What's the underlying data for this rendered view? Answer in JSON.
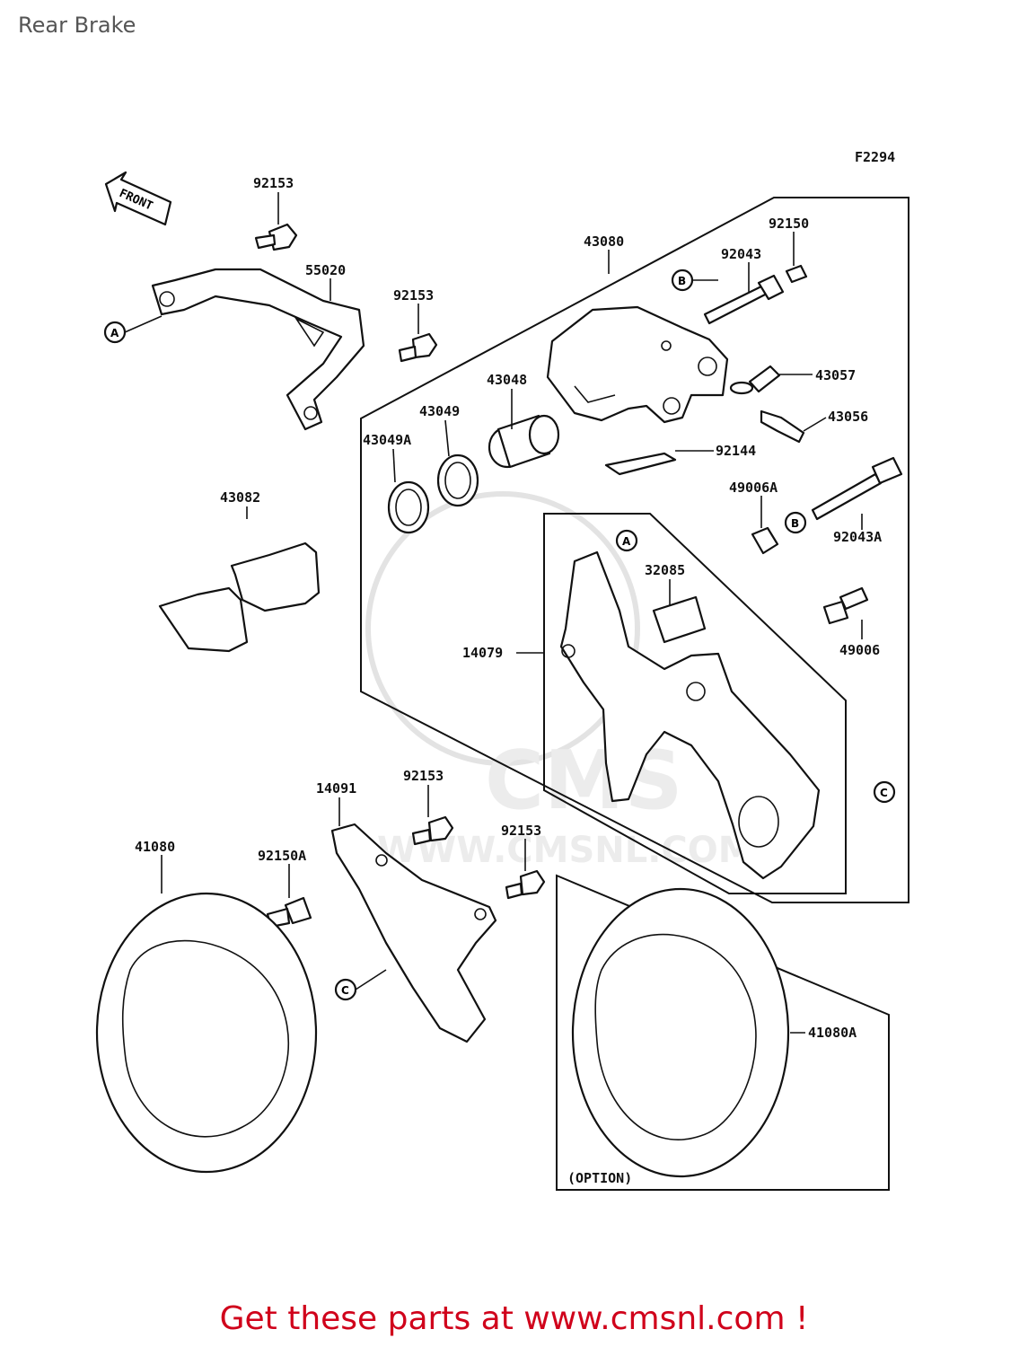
{
  "page_title": "Rear Brake",
  "figure_code": "F2294",
  "front_marker": "FRONT",
  "option_label": "(OPTION)",
  "watermark": [
    "CMS",
    "WWW.CMSNL.COM"
  ],
  "footer": "Get these parts at www.cmsnl.com !",
  "ref_markers": {
    "a1": "A",
    "a2": "A",
    "b1": "B",
    "b2": "B",
    "c1": "C",
    "c2": "C"
  },
  "callouts": [
    "92153",
    "55020",
    "92153",
    "43080",
    "92043",
    "92150",
    "43057",
    "43056",
    "43048",
    "43049",
    "43049A",
    "92144",
    "49006A",
    "92043A",
    "32085",
    "14079",
    "49006",
    "43082",
    "14091",
    "92153",
    "92153",
    "41080",
    "92150A",
    "41080A"
  ],
  "colors": {
    "footer_text": "#d0021b",
    "line_art": "#111111",
    "title_text": "#555555",
    "watermark": "#e3e3e3"
  }
}
